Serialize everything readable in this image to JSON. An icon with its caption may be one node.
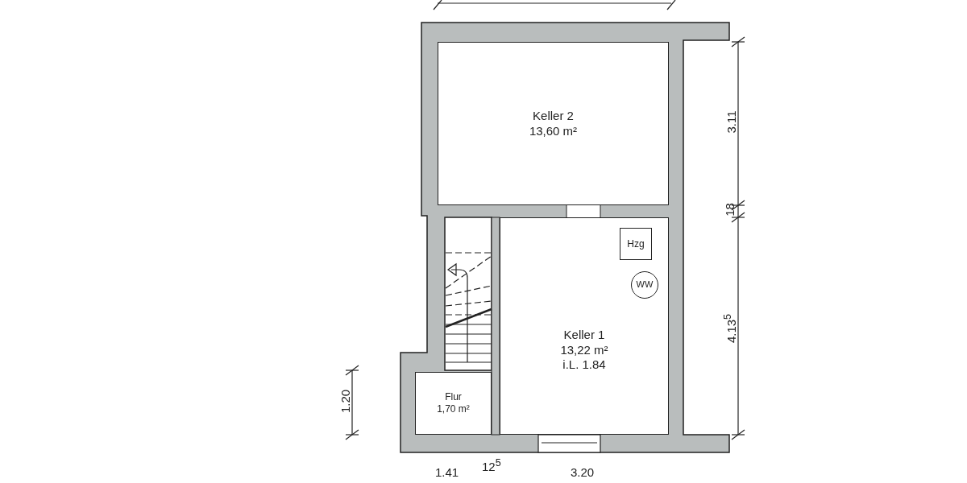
{
  "diagram": {
    "nodes": [
      {
        "text": [
          "Keller 2",
          "13,60 m²"
        ]
      },
      {
        "text": [
          "Keller 1",
          "13,22 m²",
          "i.L. 1.84"
        ]
      },
      {
        "text": [
          "Hzg"
        ],
        "in": 1
      },
      {
        "text": [
          "WW"
        ],
        "in": 1
      },
      {
        "text": [
          "Flur",
          "1,70 m²"
        ]
      }
    ],
    "labels": [
      "3.11",
      "18",
      "4.13$^{5}$",
      "1.20",
      "1.41",
      "12$^{5}$",
      "3.20"
    ]
  }
}
